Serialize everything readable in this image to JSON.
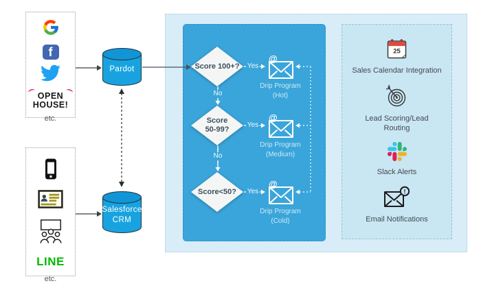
{
  "left_panels": {
    "online": {
      "open_house_line1": "OPEN",
      "open_house_line2": "HOUSE!",
      "etc": "etc."
    },
    "offline": {
      "line_logo": "LINE",
      "etc": "etc."
    }
  },
  "icons": {
    "facebook_glyph": "f",
    "at_glyph": "@",
    "calendar_day": "25",
    "email_alert_glyph": "!"
  },
  "systems": {
    "pardot": "Pardot",
    "salesforce": "Salesforce\nCRM"
  },
  "flow": {
    "rows": [
      {
        "question": "Score 100+?",
        "yes": "Yes",
        "no": "No",
        "program": "Drip Program",
        "tier": "(Hot)"
      },
      {
        "question": "Score\n50-99?",
        "yes": "Yes",
        "no": "No",
        "program": "Drip Program",
        "tier": "(Medium)"
      },
      {
        "question": "Score<50?",
        "yes": "Yes",
        "program": "Drip Program",
        "tier": "(Cold)"
      }
    ]
  },
  "integrations": [
    {
      "icon": "calendar-icon",
      "label": "Sales Calendar Integration"
    },
    {
      "icon": "lead-target-icon",
      "label": "Lead Scoring/Lead\nRouting"
    },
    {
      "icon": "slack-icon",
      "label": "Slack Alerts"
    },
    {
      "icon": "email-alert-icon",
      "label": "Email Notifications"
    }
  ],
  "colors": {
    "flow_box_blue": "#3AA5DA",
    "container_light_blue": "#D9EDF8",
    "panel_light_blue": "#C9E6F3",
    "cylinder_blue": "#18A3E0",
    "facebook_blue": "#4267B2",
    "twitter_blue": "#1DA1F2",
    "line_green": "#00B900",
    "open_house_pink": "#E34A7C",
    "slack_blue": "#36C5F0",
    "slack_green": "#2EB67D",
    "slack_yellow": "#ECB22E",
    "slack_red": "#E01E5A"
  }
}
